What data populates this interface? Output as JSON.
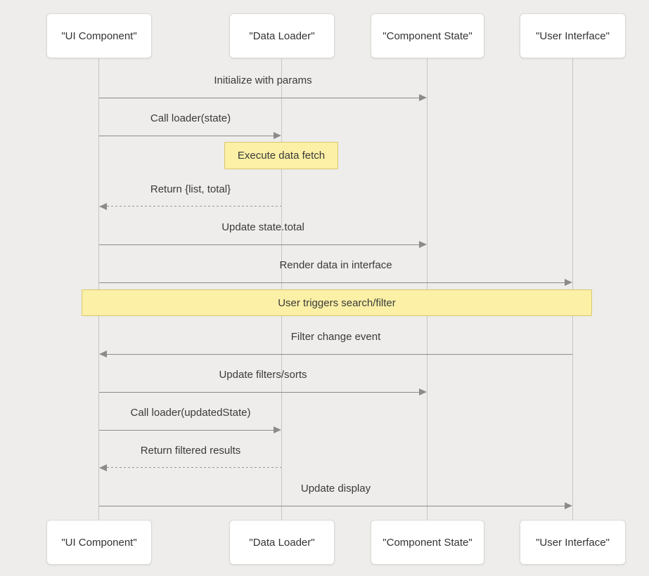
{
  "diagram": {
    "type": "sequence",
    "participants": [
      {
        "id": "ui-component",
        "label": "\"UI Component\""
      },
      {
        "id": "data-loader",
        "label": "\"Data Loader\""
      },
      {
        "id": "component-state",
        "label": "\"Component State\""
      },
      {
        "id": "user-interface",
        "label": "\"User Interface\""
      }
    ],
    "messages": [
      {
        "type": "message",
        "label": "Initialize with params",
        "from": "UI Component",
        "to": "Component State",
        "line": "solid"
      },
      {
        "type": "message",
        "label": "Call loader(state)",
        "from": "UI Component",
        "to": "Data Loader",
        "line": "solid"
      },
      {
        "type": "note",
        "label": "Execute data fetch",
        "over": [
          "Data Loader"
        ]
      },
      {
        "type": "message",
        "label": "Return {list, total}",
        "from": "Data Loader",
        "to": "UI Component",
        "line": "dashed"
      },
      {
        "type": "message",
        "label": "Update state.total",
        "from": "UI Component",
        "to": "Component State",
        "line": "solid"
      },
      {
        "type": "message",
        "label": "Render data in interface",
        "from": "UI Component",
        "to": "User Interface",
        "line": "solid"
      },
      {
        "type": "note",
        "label": "User triggers search/filter",
        "over": [
          "UI Component",
          "User Interface"
        ]
      },
      {
        "type": "message",
        "label": "Filter change event",
        "from": "User Interface",
        "to": "UI Component",
        "line": "solid"
      },
      {
        "type": "message",
        "label": "Update filters/sorts",
        "from": "UI Component",
        "to": "Component State",
        "line": "solid"
      },
      {
        "type": "message",
        "label": "Call loader(updatedState)",
        "from": "UI Component",
        "to": "Data Loader",
        "line": "solid"
      },
      {
        "type": "message",
        "label": "Return filtered results",
        "from": "Data Loader",
        "to": "UI Component",
        "line": "dashed"
      },
      {
        "type": "message",
        "label": "Update display",
        "from": "UI Component",
        "to": "User Interface",
        "line": "solid"
      }
    ],
    "colors": {
      "background": "#eeedeb",
      "participant_fill": "#ffffff",
      "participant_border": "#d9d9d7",
      "lifeline": "#c6c6c4",
      "arrow": "#8b8b8b",
      "note_fill": "#fbf0a5",
      "note_border": "#d6c76f",
      "text": "#333333"
    }
  }
}
